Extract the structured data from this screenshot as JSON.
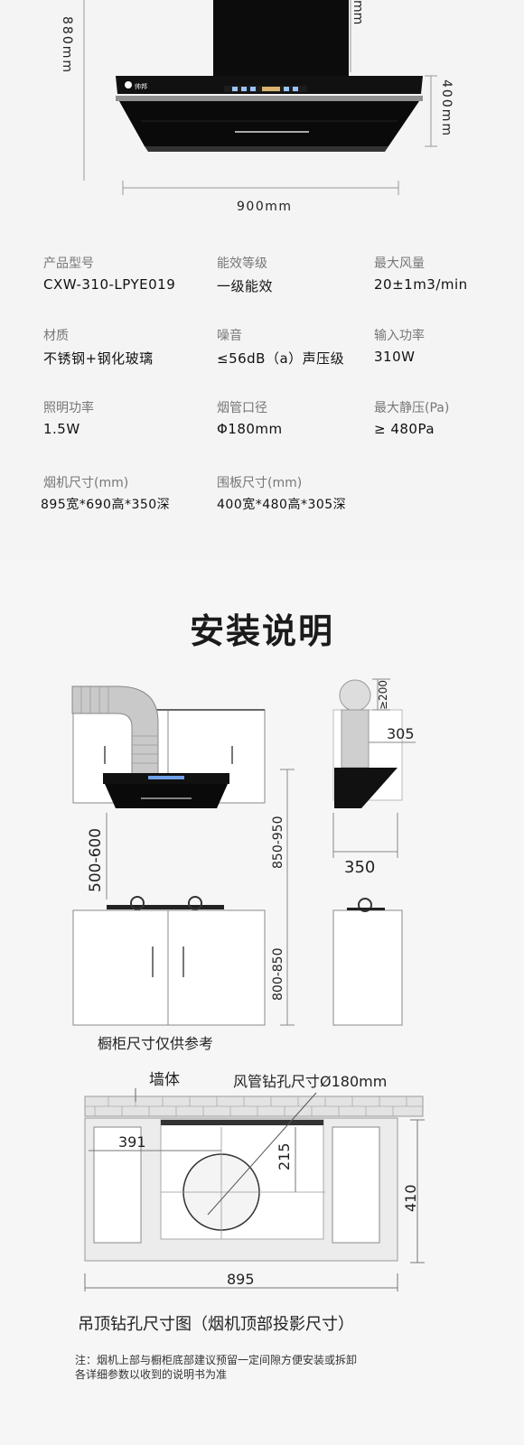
{
  "hood_dims": {
    "height": "880mm",
    "front_height": "400mm",
    "width": "900mm",
    "top_cut": "mm"
  },
  "brand_logo": "帅邦",
  "specs": [
    {
      "label": "产品型号",
      "value": "CXW-310-LPYE019"
    },
    {
      "label": "能效等级",
      "value": "一级能效"
    },
    {
      "label": "最大风量",
      "value": "20±1m3/min"
    },
    {
      "label": "材质",
      "value": "不锈钢+钢化玻璃"
    },
    {
      "label": "噪音",
      "value": "≤56dB（a）声压级"
    },
    {
      "label": "输入功率",
      "value": "310W"
    },
    {
      "label": "照明功率",
      "value": "1.5W"
    },
    {
      "label": "烟管口径",
      "value": "Φ180mm"
    },
    {
      "label": "最大静压(Pa)",
      "value": "≥ 480Pa"
    },
    {
      "label": "烟机尺寸(mm)",
      "value": "895宽*690高*350深"
    },
    {
      "label": "围板尺寸(mm)",
      "value": "400宽*480高*305深"
    }
  ],
  "install": {
    "title": "安装说明",
    "dim_500_600": "500-600",
    "dim_850_950": "850-950",
    "dim_800_850": "800-850",
    "dim_200": "≥200",
    "dim_305": "305",
    "dim_350": "350",
    "cabinet_caption": "橱柜尺寸仅供参考",
    "wall_label": "墙体",
    "duct_label": "风管钻孔尺寸Ø180mm",
    "dim_391": "391",
    "dim_215": "215",
    "dim_410": "410",
    "dim_895": "895",
    "ceiling_caption": "吊顶钻孔尺寸图（烟机顶部投影尺寸）",
    "note_1": "注：烟机上部与橱柜底部建议预留一定间隙方便安装或拆卸",
    "note_2": "各详细参数以收到的说明书为准"
  }
}
